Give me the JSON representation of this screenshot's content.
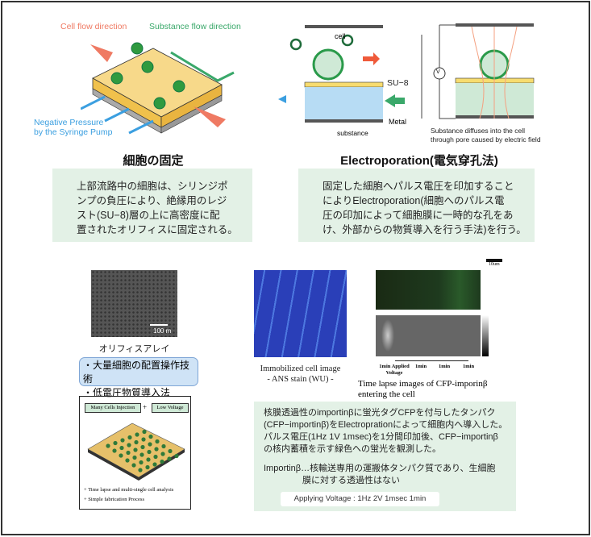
{
  "fixation_diagram": {
    "cell_flow_label": "Cell flow direction",
    "substance_flow_label": "Substance flow direction",
    "pressure_label_line1": "Negative Pressure",
    "pressure_label_line2": "by the Syringe Pump"
  },
  "electroporation_diagram": {
    "cell_label": "cell",
    "su8_label": "SU−8",
    "metal_label": "Metal",
    "substance_label": "substance",
    "voltage_symbol": "V",
    "diffusion_line1": "Substance diffuses into the cell",
    "diffusion_line2": "through pore caused by electric field"
  },
  "fixation": {
    "title": "細胞の固定",
    "lines": [
      "上部流路中の細胞は、シリンジポ",
      "ンプの負圧により、絶縁用のレジ",
      "スト(SU−8)層の上に高密度に配",
      "置されたオリフィスに固定される。"
    ]
  },
  "electroporation": {
    "title": "Electroporation(電気穿孔法)",
    "lines": [
      "固定した細胞へパルス電圧を印加すること",
      "によりElectroporation(細胞へのパルス電",
      "圧の印加によって細胞膜に一時的な孔をあ",
      "け、外部からの物質導入を行う手法)を行う。"
    ]
  },
  "orifice": {
    "scale": "100 m",
    "caption": "オリフィスアレイ"
  },
  "features": [
    "・大量細胞の配置操作技術",
    "・低電圧物質導入法"
  ],
  "schematic": {
    "injection": "Many Cells Injection",
    "plus": "+",
    "voltage": "Low Voltage",
    "bullets": [
      "Time lapse and multi-single cell analysis",
      "Simple fabrication Process"
    ],
    "bullet_mark": "+"
  },
  "immobilized": {
    "caption_line1": "Immobilized cell image",
    "caption_line2": "- ANS stain  (WU) -"
  },
  "timelapse": {
    "scale": "10um",
    "intervals": [
      "1min Applied Voltage",
      "1min",
      "1min",
      "1min"
    ],
    "caption_line1": "Time lapse images of CFP-imporinβ",
    "caption_line2": "entering the cell"
  },
  "result": {
    "lines": [
      "核膜透過性のimportinβに蛍光タグCFPを付与したタンパク",
      "(CFP−importinβ)をElectroprationによって細胞内へ導入した。",
      "パルス電圧(1Hz 1V 1msec)を1分間印加後、CFP−importinβ",
      "の核内蓄積を示す緑色への蛍光を観測した。"
    ],
    "note_line1": "Importinβ…核輸送専用の運搬体タンパク質であり、生細胞",
    "note_line2": "膜に対する透過性はない",
    "condition": "Applying Voltage : 1Hz 2V 1msec 1min"
  },
  "colors": {
    "cell_flow": "#ef7a63",
    "substance_flow": "#3aa86a",
    "pressure": "#3b9fe0",
    "green_box": "#e3f1e6",
    "blue_box": "#cfe3f6"
  }
}
